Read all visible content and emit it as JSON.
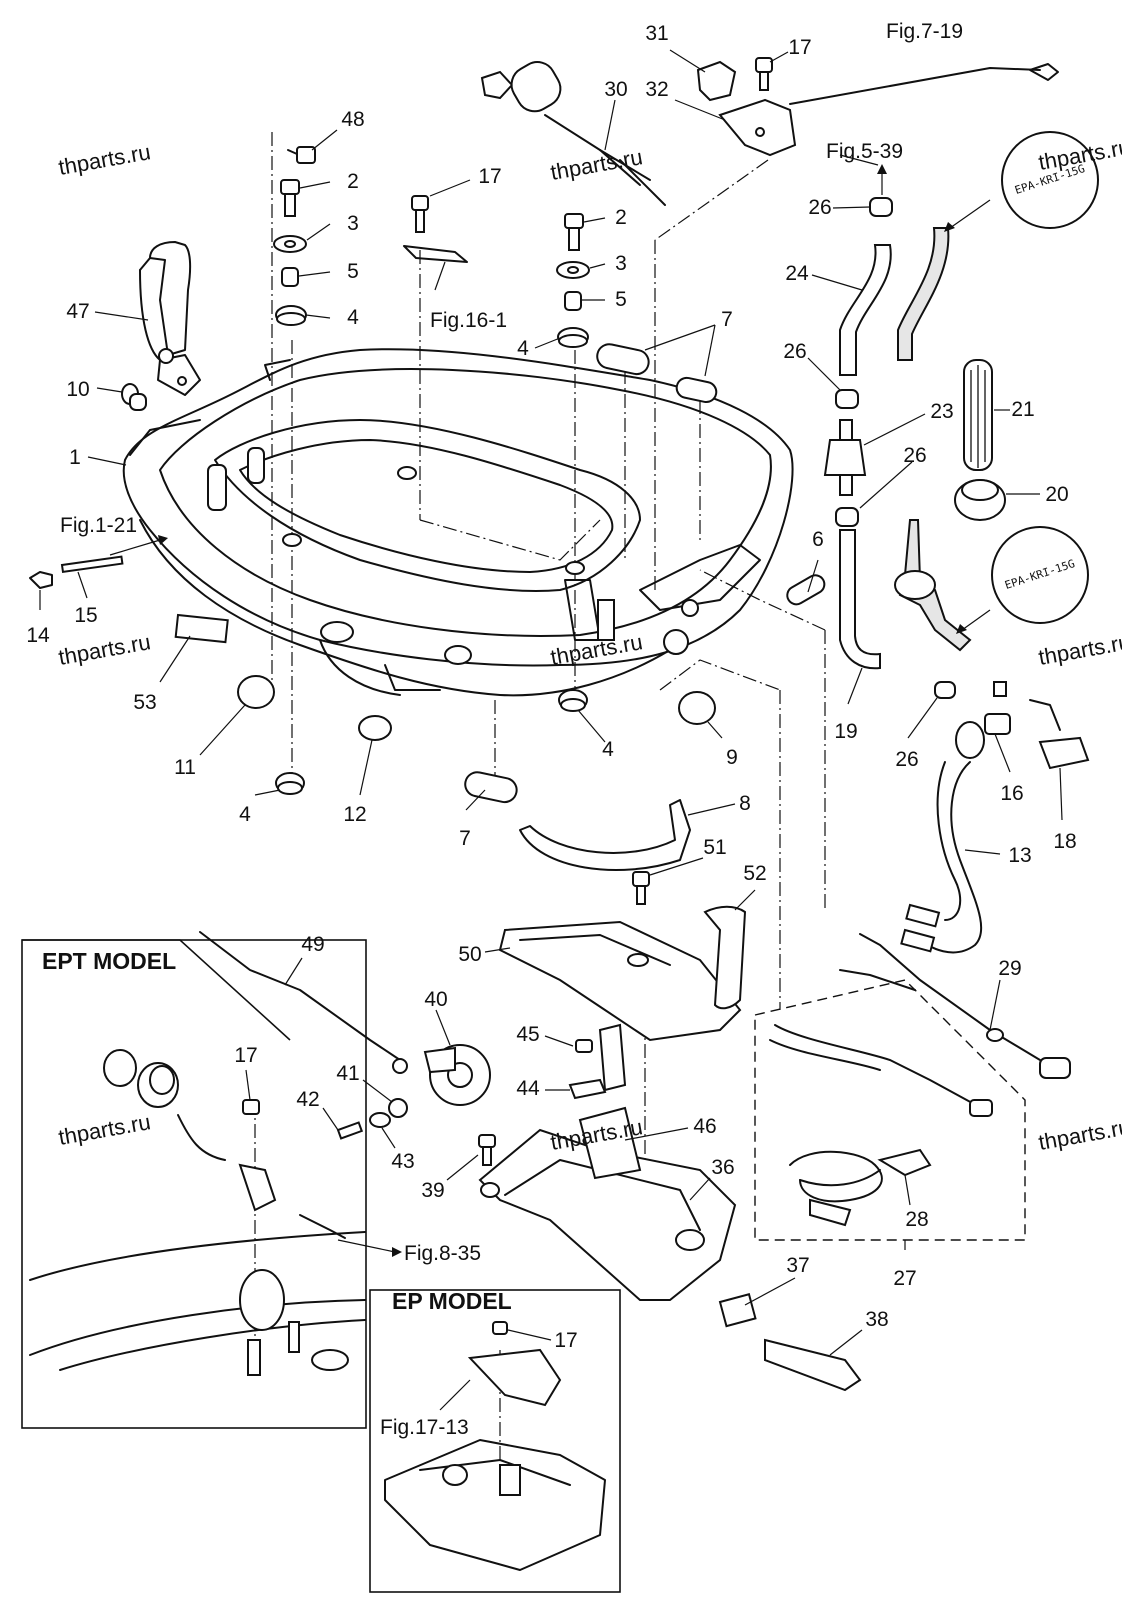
{
  "watermarks": [
    "thparts.ru",
    "thparts.ru",
    "thparts.ru",
    "thparts.ru",
    "thparts.ru",
    "thparts.ru",
    "thparts.ru"
  ],
  "insets": {
    "ept_title": "EPT MODEL",
    "ep_title": "EP MODEL"
  },
  "stamps": [
    "EPA-KRI-15G",
    "EPA-KRI-15G"
  ],
  "refs": {
    "fig_7_19": "Fig.7-19",
    "fig_5_39": "Fig.5-39",
    "fig_16_1": "Fig.16-1",
    "fig_1_21": "Fig.1-21",
    "fig_8_35": "Fig.8-35",
    "fig_17_13": "Fig.17-13"
  },
  "callouts": [
    "31",
    "17",
    "32",
    "30",
    "48",
    "2",
    "3",
    "5",
    "4",
    "47",
    "10",
    "1",
    "17",
    "2",
    "3",
    "5",
    "4",
    "7",
    "24",
    "26",
    "26",
    "23",
    "21",
    "26",
    "20",
    "6",
    "15",
    "14",
    "53",
    "11",
    "4",
    "12",
    "7",
    "8",
    "4",
    "9",
    "19",
    "26",
    "16",
    "18",
    "13",
    "51",
    "52",
    "50",
    "49",
    "40",
    "45",
    "44",
    "41",
    "42",
    "43",
    "39",
    "46",
    "36",
    "17",
    "29",
    "28",
    "27",
    "37",
    "38",
    "17"
  ],
  "icons": {
    "arrow": "arrow-icon"
  }
}
